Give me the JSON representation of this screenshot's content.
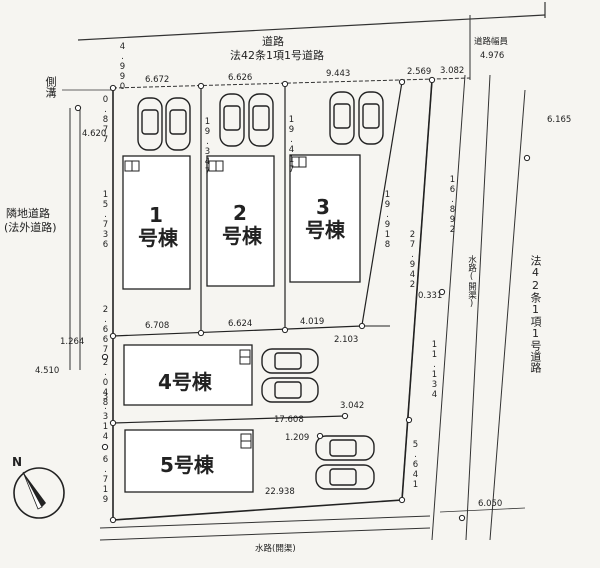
{
  "roads": {
    "top_label": "道路",
    "top_sub": "法42条1項1号道路",
    "width_label": "道路幅員",
    "width_value": "4.976",
    "right_label": "法42条1項1号道路",
    "side_ditch": "側溝",
    "neighbor_road": "隣地道路",
    "neighbor_road_sub": "(法外道路)",
    "waterway_bottom": "水路(開渠)",
    "waterway_right": "水路(開渠)"
  },
  "buildings": [
    {
      "num": "1",
      "label": "号棟"
    },
    {
      "num": "2",
      "label": "号棟"
    },
    {
      "num": "3",
      "label": "号棟"
    },
    {
      "label": "4号棟"
    },
    {
      "label": "5号棟"
    }
  ],
  "dimensions": {
    "d4990": "4.990",
    "d6672": "6.672",
    "d6626a": "6.626",
    "d9443": "9.443",
    "d2569": "2.569",
    "d3082": "3.082",
    "d6165": "6.165",
    "d0877": "0.877",
    "d4620": "4.620",
    "d19347": "19.347",
    "d19417": "19.417",
    "d15736": "15.736",
    "d19918": "19.918",
    "d27942": "27.942",
    "d16892": "16.892",
    "d0331": "0.331",
    "d2667": "2.667",
    "d6708": "6.708",
    "d6624": "6.624",
    "d4019": "4.019",
    "d2103": "2.103",
    "d1264": "1.264",
    "d4510": "4.510",
    "d2048": "2.048",
    "d3314": "3.314",
    "d11134": "11.134",
    "d17608": "17.608",
    "d3042": "3.042",
    "d1209": "1.209",
    "d6719": "6.719",
    "d5641": "5.641",
    "d22938": "22.938",
    "d6050": "6.050"
  },
  "compass": {
    "north": "N"
  }
}
